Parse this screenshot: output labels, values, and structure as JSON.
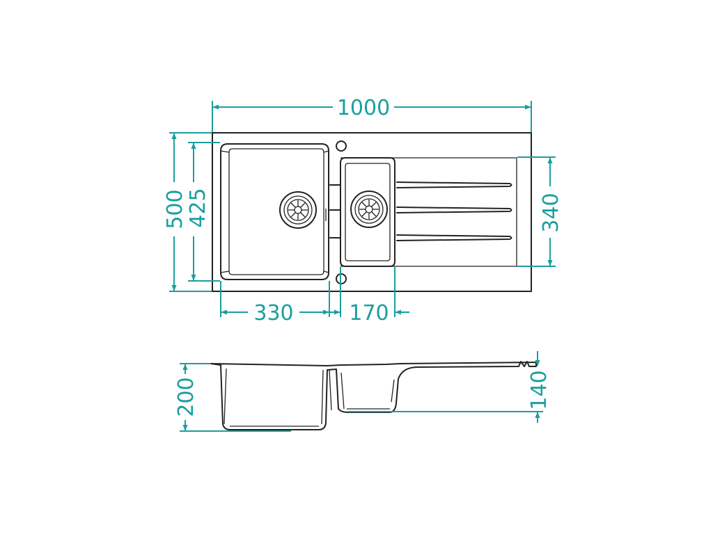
{
  "colors": {
    "dimension": "#1b9e9e",
    "outline": "#222222",
    "background": "#ffffff"
  },
  "dimensions": {
    "overall_width": "1000",
    "overall_depth": "500",
    "large_bowl_depth": "425",
    "large_bowl_width": "330",
    "small_bowl_width": "170",
    "drainer_depth": "340",
    "large_bowl_height": "200",
    "small_bowl_height": "140"
  }
}
